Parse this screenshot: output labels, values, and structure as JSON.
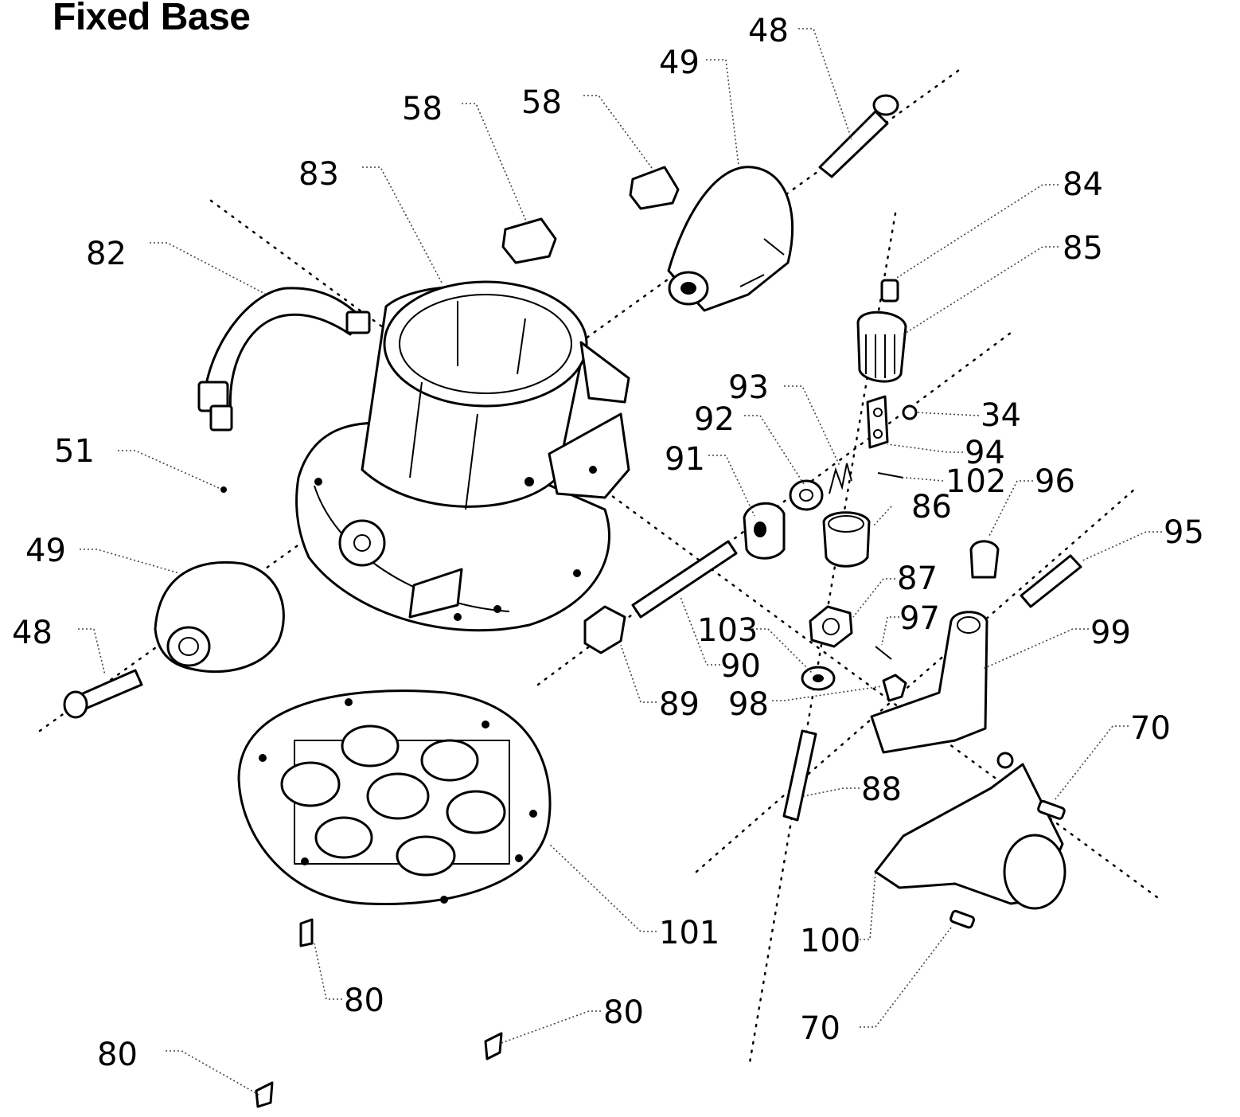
{
  "title": "Fixed Base",
  "callouts": {
    "c48a": "48",
    "c49a": "49",
    "c58a": "58",
    "c58b": "58",
    "c83": "83",
    "c82": "82",
    "c84": "84",
    "c85": "85",
    "c93": "93",
    "c34": "34",
    "c92": "92",
    "c94": "94",
    "c91": "91",
    "c102": "102",
    "c96": "96",
    "c86": "86",
    "c95": "95",
    "c51": "51",
    "c49b": "49",
    "c87": "87",
    "c97": "97",
    "c48b": "48",
    "c103": "103",
    "c99": "99",
    "c90": "90",
    "c89": "89",
    "c98": "98",
    "c70a": "70",
    "c88": "88",
    "c101": "101",
    "c100": "100",
    "c80a": "80",
    "c80b": "80",
    "c70b": "70",
    "c80c": "80"
  }
}
